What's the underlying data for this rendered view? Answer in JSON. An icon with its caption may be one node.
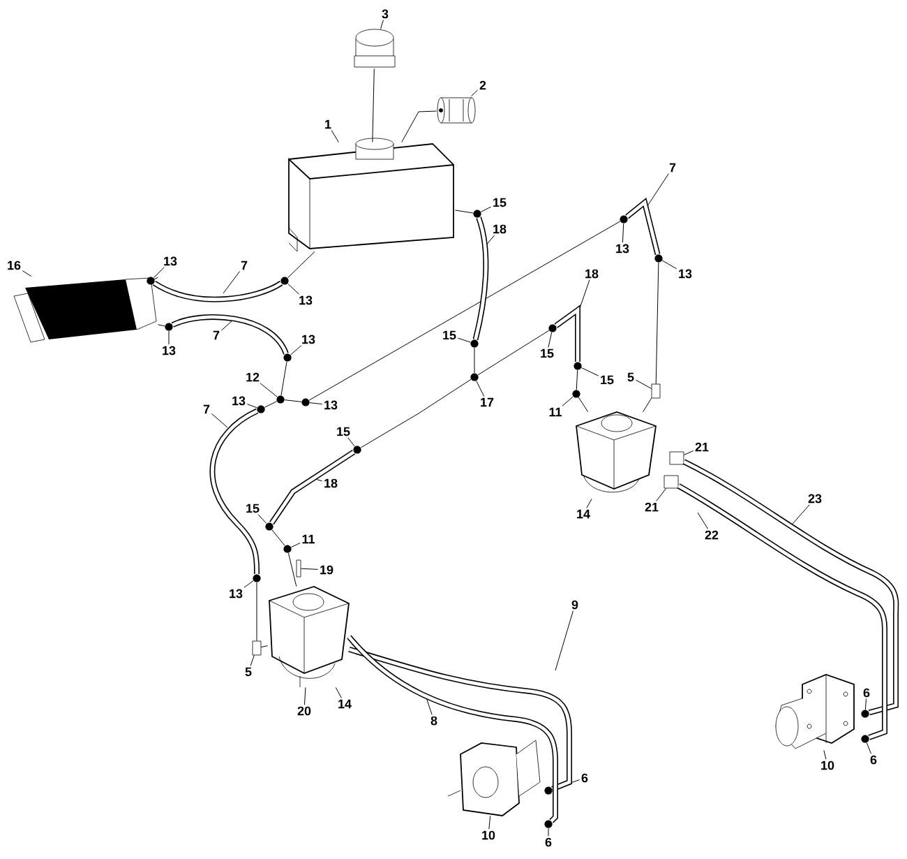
{
  "diagram": {
    "nodes": [
      {
        "text": [
          "3"
        ]
      },
      {
        "text": [
          "2"
        ]
      },
      {
        "text": [
          "1"
        ]
      },
      {
        "text": [
          "7"
        ]
      },
      {
        "text": [
          "15"
        ]
      },
      {
        "text": [
          "18"
        ]
      },
      {
        "text": [
          "13"
        ]
      },
      {
        "text": [
          "16"
        ]
      },
      {
        "text": [
          "13"
        ]
      },
      {
        "text": [
          "7"
        ]
      },
      {
        "text": [
          "13"
        ]
      },
      {
        "text": [
          "13"
        ]
      },
      {
        "text": [
          "18"
        ]
      },
      {
        "text": [
          "7"
        ]
      },
      {
        "text": [
          "13"
        ]
      },
      {
        "text": [
          "13"
        ]
      },
      {
        "text": [
          "15"
        ]
      },
      {
        "text": [
          "15"
        ]
      },
      {
        "text": [
          "15"
        ]
      },
      {
        "text": [
          "12"
        ]
      },
      {
        "text": [
          "13"
        ]
      },
      {
        "text": [
          "13"
        ]
      },
      {
        "text": [
          "17"
        ]
      },
      {
        "text": [
          "7"
        ]
      },
      {
        "text": [
          "5"
        ]
      },
      {
        "text": [
          "11"
        ]
      },
      {
        "text": [
          "15"
        ]
      },
      {
        "text": [
          "21"
        ]
      },
      {
        "text": [
          "18"
        ]
      },
      {
        "text": [
          "21"
        ]
      },
      {
        "text": [
          "14"
        ]
      },
      {
        "text": [
          "23"
        ]
      },
      {
        "text": [
          "22"
        ]
      },
      {
        "text": [
          "15"
        ]
      },
      {
        "text": [
          "11"
        ]
      },
      {
        "text": [
          "19"
        ]
      },
      {
        "text": [
          "13"
        ]
      },
      {
        "text": [
          "9"
        ]
      },
      {
        "text": [
          "5"
        ]
      },
      {
        "text": [
          "6"
        ]
      },
      {
        "text": [
          "14"
        ]
      },
      {
        "text": [
          "20"
        ]
      },
      {
        "text": [
          "8"
        ]
      },
      {
        "text": [
          "6"
        ]
      },
      {
        "text": [
          "10"
        ]
      },
      {
        "text": [
          "6"
        ]
      },
      {
        "text": [
          "10"
        ]
      },
      {
        "text": [
          "6"
        ]
      },
      {
        "text": [],
        "shape": "picture"
      },
      {
        "text": [],
        "shape": "picture"
      },
      {
        "text": [],
        "shape": "picture"
      },
      {
        "text": [],
        "shape": "picture"
      },
      {
        "text": [],
        "shape": "picture"
      },
      {
        "text": [],
        "shape": "picture"
      },
      {
        "text": [],
        "shape": "picture"
      },
      {
        "text": [],
        "shape": "picture"
      },
      {
        "text": [],
        "shape": "box"
      },
      {
        "text": [],
        "shape": "box"
      },
      {
        "text": [],
        "shape": "circle"
      },
      {
        "text": [],
        "shape": "circle"
      },
      {
        "text": [],
        "shape": "circle"
      },
      {
        "text": [],
        "shape": "circle"
      },
      {
        "text": [],
        "shape": "circle"
      },
      {
        "text": [],
        "shape": "circle"
      },
      {
        "text": [],
        "shape": "circle"
      },
      {
        "text": [],
        "shape": "circle"
      },
      {
        "text": [],
        "shape": "circle"
      },
      {
        "text": [],
        "shape": "circle"
      },
      {
        "text": [],
        "shape": "circle"
      },
      {
        "text": [],
        "shape": "circle"
      },
      {
        "text": [],
        "shape": "circle"
      },
      {
        "text": [],
        "shape": "circle"
      },
      {
        "text": [],
        "shape": "circle"
      },
      {
        "text": [],
        "shape": "circle"
      },
      {
        "text": [],
        "shape": "circle"
      },
      {
        "text": [],
        "shape": "circle"
      },
      {
        "text": [],
        "shape": "circle"
      },
      {
        "text": [],
        "shape": "circle"
      },
      {
        "text": [],
        "shape": "circle"
      },
      {
        "text": [],
        "shape": "circle"
      },
      {
        "text": [],
        "shape": "circle"
      },
      {
        "text": [],
        "shape": "box"
      },
      {
        "text": [],
        "shape": "box"
      },
      {
        "text": [],
        "shape": "box"
      }
    ],
    "edges": [
      {
        "from": 0,
        "to": 49,
        "arrow": "none"
      },
      {
        "from": 1,
        "to": 50,
        "arrow": "none"
      },
      {
        "from": 2,
        "to": 48,
        "arrow": "none"
      },
      {
        "from": 3,
        "to": null,
        "arrow": "none"
      },
      {
        "from": 4,
        "to": 67,
        "arrow": "none"
      },
      {
        "from": 5,
        "to": null,
        "arrow": "none"
      },
      {
        "from": 6,
        "to": 65,
        "arrow": "none"
      },
      {
        "from": 7,
        "to": 51,
        "arrow": "none"
      },
      {
        "from": 8,
        "to": 58,
        "arrow": "none"
      },
      {
        "from": 9,
        "to": null,
        "arrow": "none"
      },
      {
        "from": 10,
        "to": 60,
        "arrow": "none"
      },
      {
        "from": 11,
        "to": 61,
        "arrow": "none"
      },
      {
        "from": 12,
        "to": null,
        "arrow": "none"
      },
      {
        "from": 13,
        "to": null,
        "arrow": "none"
      },
      {
        "from": 14,
        "to": 59,
        "arrow": "none"
      },
      {
        "from": 15,
        "to": 66,
        "arrow": "none"
      },
      {
        "from": 16,
        "to": 68,
        "arrow": "none"
      },
      {
        "from": 17,
        "to": 69,
        "arrow": "none"
      },
      {
        "from": 18,
        "to": 70,
        "arrow": "none"
      },
      {
        "from": 19,
        "to": 62,
        "arrow": "none"
      },
      {
        "from": 20,
        "to": 64,
        "arrow": "none"
      },
      {
        "from": 21,
        "to": 63,
        "arrow": "none"
      },
      {
        "from": 22,
        "to": 79,
        "arrow": "none"
      },
      {
        "from": 23,
        "to": null,
        "arrow": "none"
      },
      {
        "from": 24,
        "to": 81,
        "arrow": "none"
      },
      {
        "from": 25,
        "to": 80,
        "arrow": "none"
      },
      {
        "from": 26,
        "to": 71,
        "arrow": "none"
      },
      {
        "from": 27,
        "to": 56,
        "arrow": "none"
      },
      {
        "from": 28,
        "to": null,
        "arrow": "none"
      },
      {
        "from": 29,
        "to": 57,
        "arrow": "none"
      },
      {
        "from": 30,
        "to": 53,
        "arrow": "none"
      },
      {
        "from": 31,
        "to": null,
        "arrow": "none"
      },
      {
        "from": 32,
        "to": null,
        "arrow": "none"
      },
      {
        "from": 33,
        "to": 72,
        "arrow": "none"
      },
      {
        "from": 34,
        "to": 73,
        "arrow": "none"
      },
      {
        "from": 35,
        "to": 83,
        "arrow": "none"
      },
      {
        "from": 36,
        "to": 74,
        "arrow": "none"
      },
      {
        "from": 37,
        "to": null,
        "arrow": "none"
      },
      {
        "from": 38,
        "to": 82,
        "arrow": "none"
      },
      {
        "from": 39,
        "to": 75,
        "arrow": "none"
      },
      {
        "from": 40,
        "to": 52,
        "arrow": "none"
      },
      {
        "from": 41,
        "to": 52,
        "arrow": "none"
      },
      {
        "from": 42,
        "to": null,
        "arrow": "none"
      },
      {
        "from": 43,
        "to": 76,
        "arrow": "none"
      },
      {
        "from": 44,
        "to": 55,
        "arrow": "none"
      },
      {
        "from": 45,
        "to": 77,
        "arrow": "none"
      },
      {
        "from": 46,
        "to": 54,
        "arrow": "none"
      },
      {
        "from": 47,
        "to": 78,
        "arrow": "none"
      },
      {
        "from": 51,
        "to": 58,
        "arrow": "none"
      },
      {
        "from": 58,
        "to": 60,
        "arrow": "none",
        "style": "thick"
      },
      {
        "from": 51,
        "to": 59,
        "arrow": "none"
      },
      {
        "from": 59,
        "to": 61,
        "arrow": "none",
        "style": "thick"
      },
      {
        "from": 48,
        "to": 60,
        "arrow": "none"
      },
      {
        "from": 61,
        "to": 62,
        "arrow": "none"
      },
      {
        "from": 62,
        "to": 63,
        "arrow": "none"
      },
      {
        "from": 63,
        "to": 65,
        "arrow": "none"
      },
      {
        "from": 65,
        "to": 66,
        "arrow": "none",
        "style": "thick"
      },
      {
        "from": 66,
        "to": 81,
        "arrow": "none"
      },
      {
        "from": 81,
        "to": 53,
        "arrow": "none"
      },
      {
        "from": 62,
        "to": 64,
        "arrow": "none"
      },
      {
        "from": 64,
        "to": 74,
        "arrow": "none",
        "style": "thick"
      },
      {
        "from": 74,
        "to": 82,
        "arrow": "none"
      },
      {
        "from": 82,
        "to": 52,
        "arrow": "none"
      },
      {
        "from": 48,
        "to": 67,
        "arrow": "none"
      },
      {
        "from": 67,
        "to": 68,
        "arrow": "none",
        "style": "thick"
      },
      {
        "from": 68,
        "to": 79,
        "arrow": "none"
      },
      {
        "from": 79,
        "to": 69,
        "arrow": "none"
      },
      {
        "from": 69,
        "to": 70,
        "arrow": "none",
        "style": "thick"
      },
      {
        "from": 70,
        "to": 80,
        "arrow": "none"
      },
      {
        "from": 80,
        "to": 53,
        "arrow": "none"
      },
      {
        "from": 79,
        "to": 71,
        "arrow": "none"
      },
      {
        "from": 71,
        "to": 72,
        "arrow": "none",
        "style": "thick"
      },
      {
        "from": 72,
        "to": 73,
        "arrow": "none"
      },
      {
        "from": 73,
        "to": 52,
        "arrow": "none"
      },
      {
        "from": 52,
        "to": 77,
        "arrow": "none",
        "style": "thick"
      },
      {
        "from": 52,
        "to": 78,
        "arrow": "none",
        "style": "thick"
      },
      {
        "from": 56,
        "to": 75,
        "arrow": "none",
        "style": "thick"
      },
      {
        "from": 57,
        "to": 76,
        "arrow": "none",
        "style": "thick"
      },
      {
        "from": 49,
        "to": 48,
        "arrow": "none"
      },
      {
        "from": 50,
        "to": 48,
        "arrow": "none"
      }
    ]
  }
}
